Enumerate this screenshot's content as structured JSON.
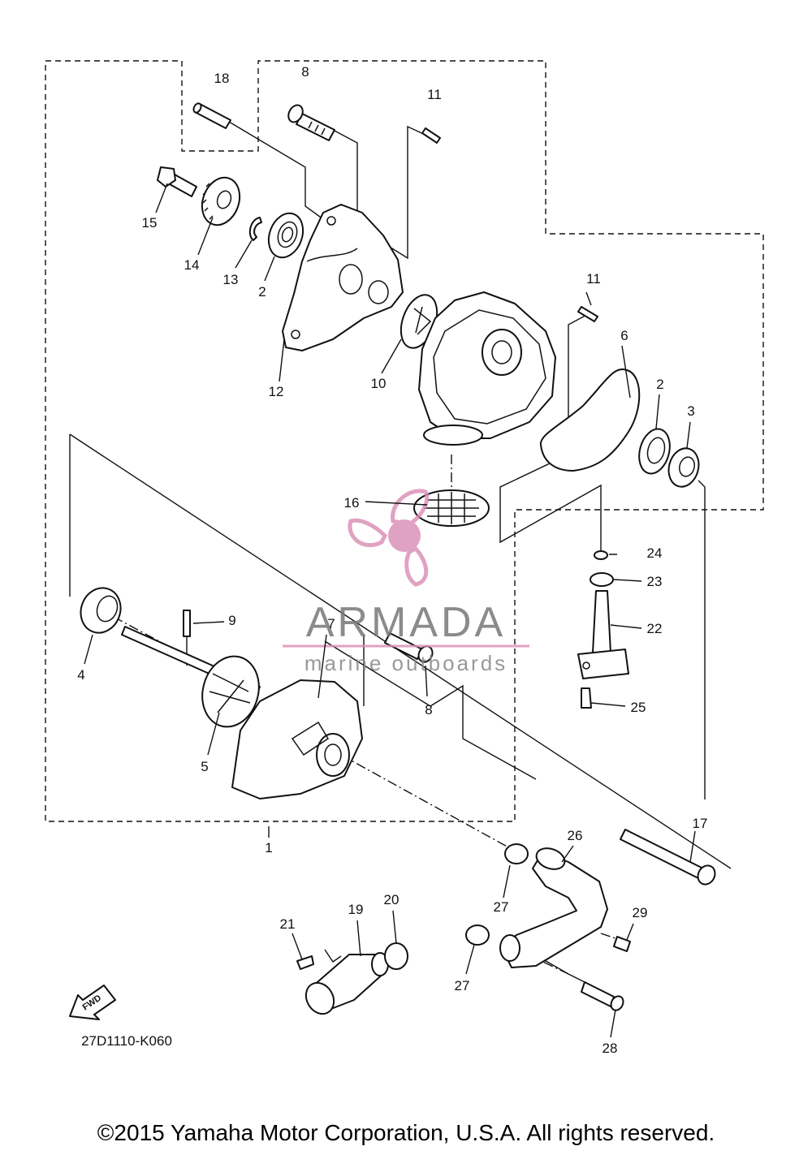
{
  "diagram_code": "27D1110-K060",
  "fwd_label": "FWD",
  "copyright": "©2015 Yamaha Motor Corporation, U.S.A. All rights reserved.",
  "watermark": {
    "brand": "ARMADA",
    "tagline": "marine outboards",
    "color": "#d98bb4",
    "text_color": "#777777"
  },
  "callouts": {
    "p1": "1",
    "p2a": "2",
    "p2b": "2",
    "p3": "3",
    "p4": "4",
    "p5": "5",
    "p6": "6",
    "p7": "7",
    "p8a": "8",
    "p8b": "8",
    "p9": "9",
    "p10": "10",
    "p11a": "11",
    "p11b": "11",
    "p12": "12",
    "p13": "13",
    "p14": "14",
    "p15": "15",
    "p16": "16",
    "p17": "17",
    "p18": "18",
    "p19": "19",
    "p20": "20",
    "p21": "21",
    "p22": "22",
    "p23": "23",
    "p24": "24",
    "p25": "25",
    "p26": "26",
    "p27a": "27",
    "p27b": "27",
    "p28": "28",
    "p29": "29"
  }
}
